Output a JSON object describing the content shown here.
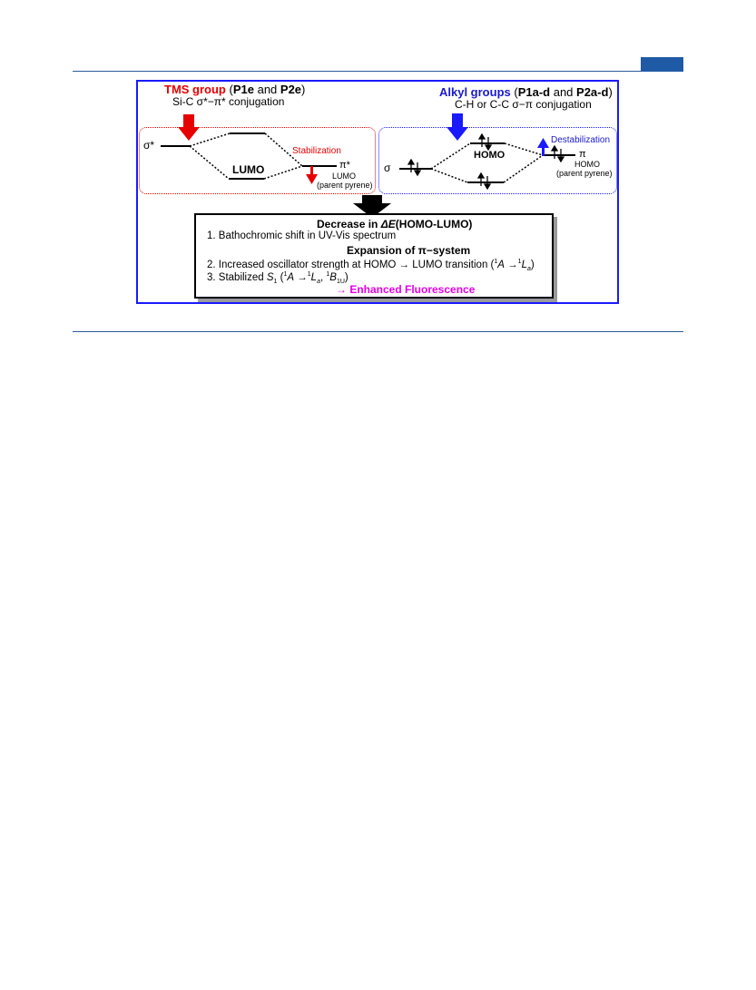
{
  "left_panel": {
    "heading_group": "TMS group",
    "heading_open": " (",
    "heading_p1": "P1e",
    "heading_and": " and ",
    "heading_p2": "P2e",
    "heading_close": ")",
    "subtitle": "Si-C σ*−π* conjugation",
    "sigma_label": "σ*",
    "lumo_label": "LUMO",
    "stabilization": "Stabilization",
    "pi_label": "π*",
    "parent_label_1": "LUMO",
    "parent_label_2": "(parent pyrene)"
  },
  "right_panel": {
    "heading_group": "Alkyl groups",
    "heading_open": " (",
    "heading_p1": "P1a-d",
    "heading_and": " and ",
    "heading_p2": "P2a-d",
    "heading_close": ")",
    "subtitle": "C-H or C-C σ−π conjugation",
    "sigma_label": "σ",
    "homo_label": "HOMO",
    "destabilization": "Destabilization",
    "pi_label": "π",
    "parent_label_1": "HOMO",
    "parent_label_2": "(parent pyrene)"
  },
  "summary": {
    "heading_prefix": "Decrease in ",
    "heading_delta": "ΔE",
    "heading_suffix": "(HOMO-LUMO)",
    "item1": "1. Bathochromic shift in UV-Vis spectrum",
    "subheading": "Expansion of π−system",
    "item2_text": "2. Increased oscillator strength at HOMO → LUMO transition (",
    "item2_sup1": "1",
    "item2_a": "A",
    "item2_arrow": " →",
    "item2_sup2": "1",
    "item2_l": "L",
    "item2_sub": "a",
    "item2_end": ")",
    "item3_text": "3. Stabilized ",
    "item3_s": "S",
    "item3_s_sub": "1",
    "item3_open": " (",
    "item3_sup1": "1",
    "item3_a": "A",
    "item3_arrow": " →",
    "item3_sup2": "1",
    "item3_l": "L",
    "item3_l_sub": "a",
    "item3_comma": ", ",
    "item3_sup3": "1",
    "item3_b": "B",
    "item3_b_sub": "1U",
    "item3_end": ")",
    "result": "→ Enhanced Fluorescence"
  },
  "colors": {
    "tms_red": "#e60000",
    "alkyl_blue": "#1a1aff",
    "fluorescence_magenta": "#e600e6",
    "rule_blue": "#2b5c99"
  }
}
